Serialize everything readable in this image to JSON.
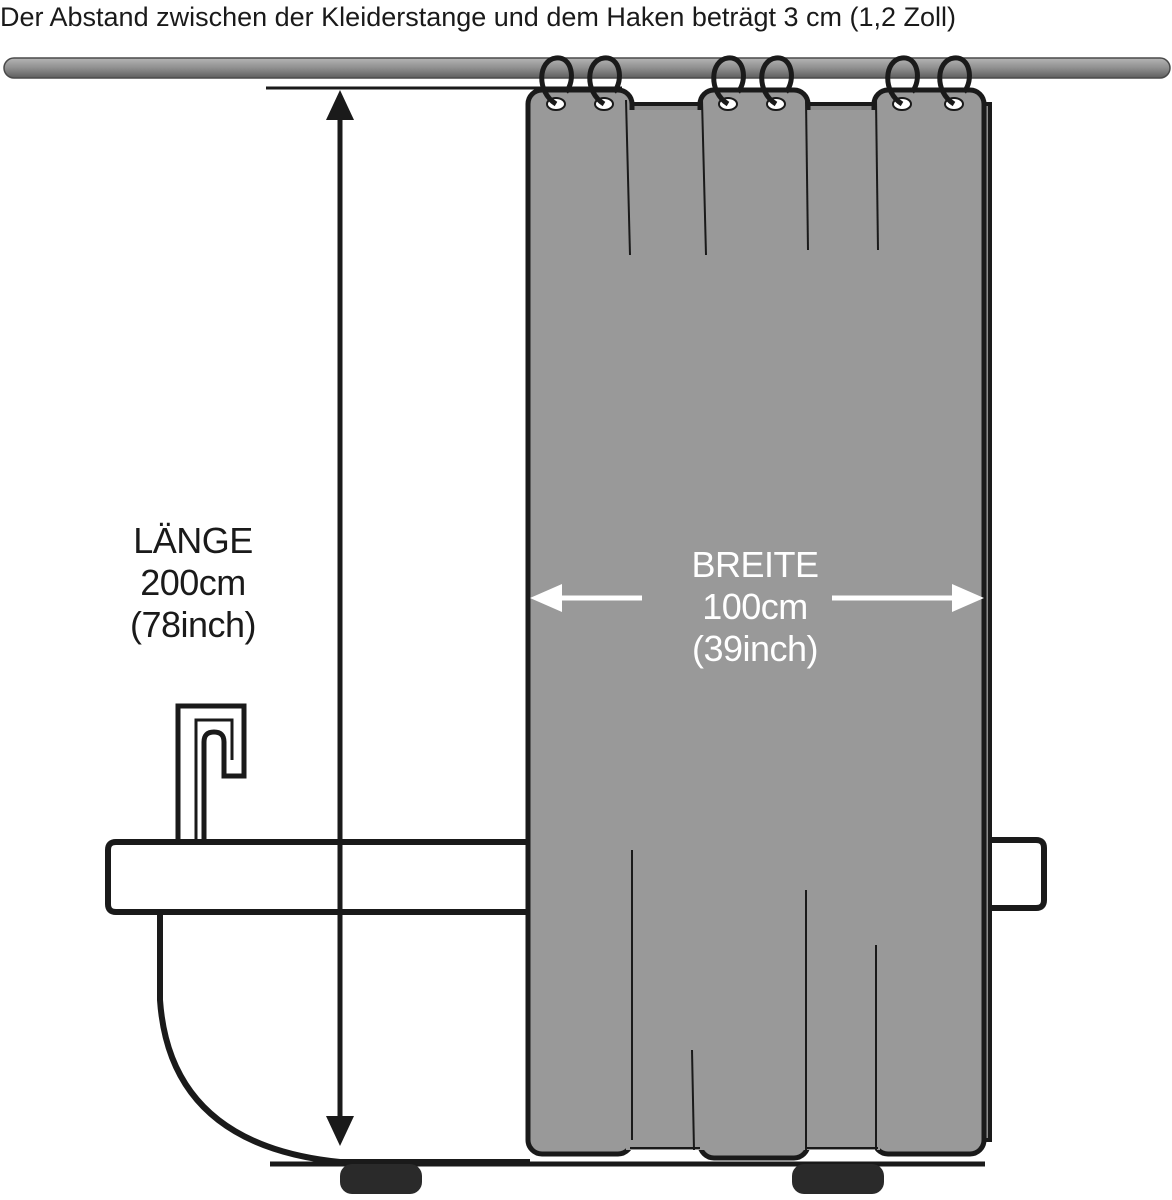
{
  "caption": "Der Abstand zwischen der Kleiderstange und dem Haken beträgt 3 cm (1,2 Zoll)",
  "length": {
    "title": "LÄNGE",
    "metric": "200cm",
    "imperial": "(78inch)"
  },
  "width": {
    "title": "BREITE",
    "metric": "100cm",
    "imperial": "(39inch)"
  },
  "colors": {
    "curtain": "#999999",
    "curtain_fold": "#8c8c8c",
    "outline": "#1a1a1a",
    "rod": "#8f8f8f",
    "arrow_on_curtain": "#ffffff"
  }
}
